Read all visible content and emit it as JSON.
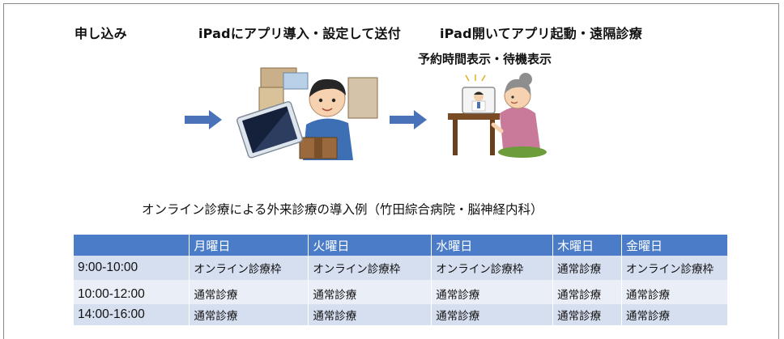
{
  "steps": {
    "apply": "申し込み",
    "ship": "iPadにアプリ導入・設定して送付",
    "open": "iPad開いてアプリ起動・遠隔診療",
    "open_sub": "予約時間表示・待機表示"
  },
  "caption": "オンライン診療による外来診療の導入例（竹田綜合病院・脳神経内科）",
  "schedule": {
    "headers": [
      "",
      "月曜日",
      "火曜日",
      "水曜日",
      "木曜日",
      "金曜日"
    ],
    "rows": [
      [
        "9:00-10:00",
        "オンライン診療枠",
        "オンライン診療枠",
        "オンライン診療枠",
        "通常診療",
        "オンライン診療枠"
      ],
      [
        "10:00-12:00",
        "通常診療",
        "通常診療",
        "通常診療",
        "通常診療",
        "通常診療"
      ],
      [
        "14:00-16:00",
        "通常診療",
        "通常診療",
        "通常診療",
        "通常診療",
        "通常診療"
      ]
    ]
  },
  "colors": {
    "arrow": "#4a72b8",
    "header": "#4a7cc7",
    "row_dark": "#d6dff0",
    "row_light": "#eaeef7"
  }
}
